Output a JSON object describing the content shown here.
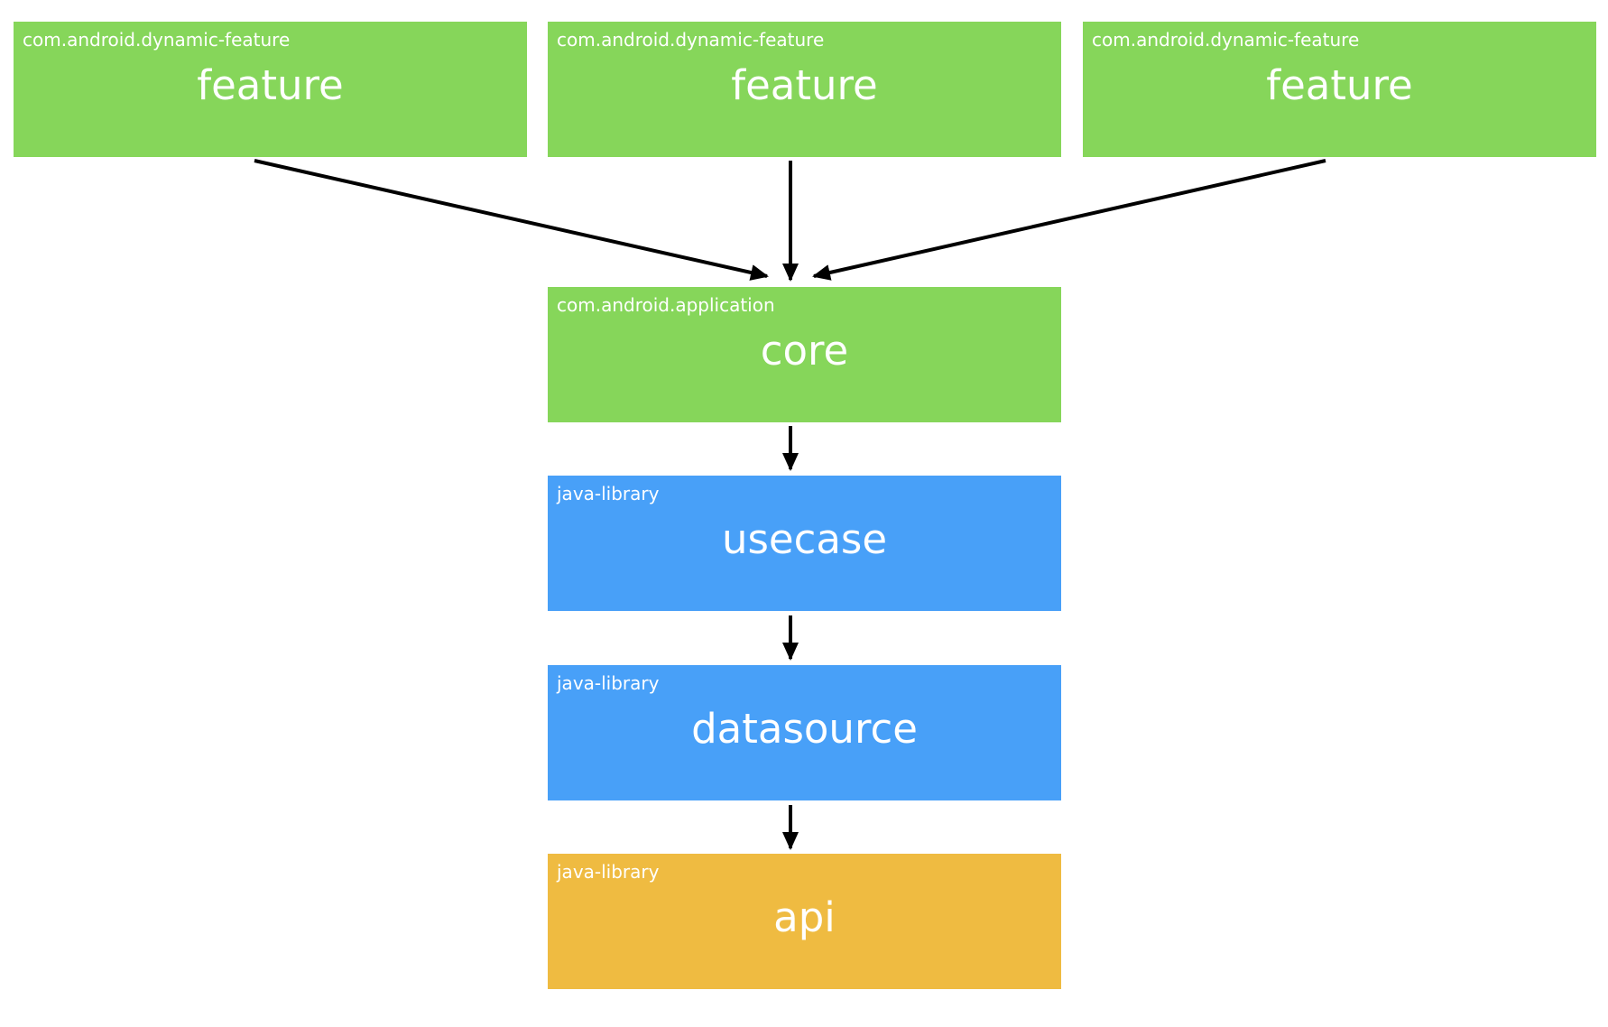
{
  "colors": {
    "android": "#86d65a",
    "java": "#48a0f8",
    "api": "#efbb41",
    "arrow": "#000000"
  },
  "nodes": {
    "feature_1": {
      "plugin": "com.android.dynamic-feature",
      "name": "feature"
    },
    "feature_2": {
      "plugin": "com.android.dynamic-feature",
      "name": "feature"
    },
    "feature_3": {
      "plugin": "com.android.dynamic-feature",
      "name": "feature"
    },
    "core": {
      "plugin": "com.android.application",
      "name": "core"
    },
    "usecase": {
      "plugin": "java-library",
      "name": "usecase"
    },
    "datasource": {
      "plugin": "java-library",
      "name": "datasource"
    },
    "api": {
      "plugin": "java-library",
      "name": "api"
    }
  },
  "edges": [
    {
      "from": "feature_1",
      "to": "core"
    },
    {
      "from": "feature_2",
      "to": "core"
    },
    {
      "from": "feature_3",
      "to": "core"
    },
    {
      "from": "core",
      "to": "usecase"
    },
    {
      "from": "usecase",
      "to": "datasource"
    },
    {
      "from": "datasource",
      "to": "api"
    }
  ]
}
